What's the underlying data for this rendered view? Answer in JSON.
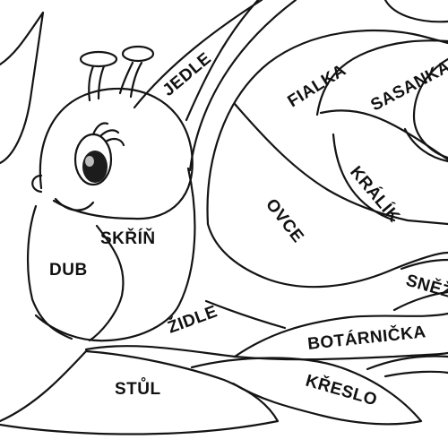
{
  "colors": {
    "ink": "#141414",
    "paper": "#ffffff"
  },
  "words": {
    "jedle": "JEDLE",
    "fialka": "FIALKA",
    "sasanka": "SASANKA",
    "kralik": "KRÁLÍK",
    "ovce": "OVCE",
    "skrin": "SKŘÍŇ",
    "dub": "DUB",
    "snez": "SNĚŽ",
    "zidle": "ŽIDLE",
    "botarnicka": "BOTÁRNIČKA",
    "stul": "STŮL",
    "kreslo": "KŘESLO"
  }
}
